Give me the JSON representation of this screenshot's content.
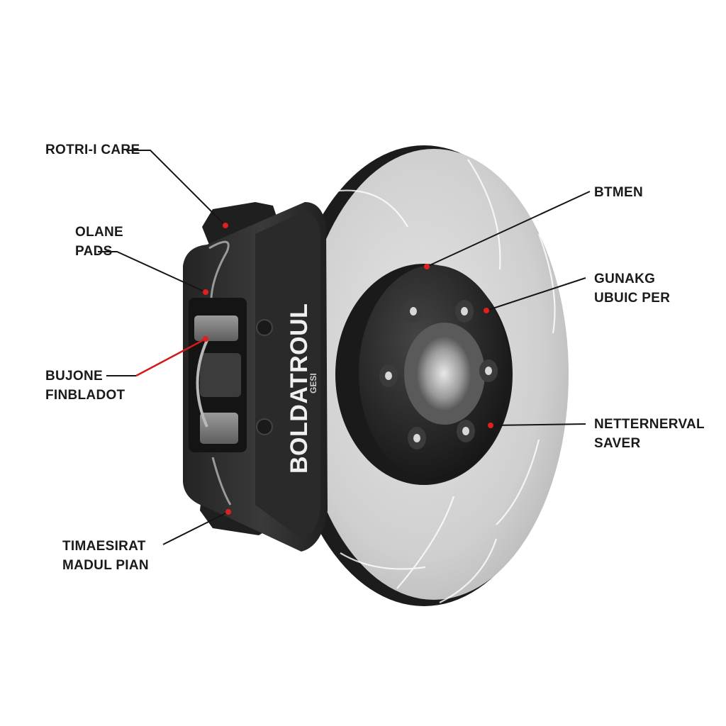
{
  "diagram": {
    "colors": {
      "background": "#ffffff",
      "text": "#1a1a1a",
      "rotor_face": "#c9c9c9",
      "rotor_edge": "#1e1e1e",
      "hub": "#262626",
      "caliper": "#2e2e2e",
      "pads": "#7a7a7a",
      "leader_line": "#151515",
      "highlight_line": "#d11a1a",
      "marker_dot": "#e02020"
    },
    "caliper_brand": {
      "logo_text": "BOLDATROUL",
      "logo_subtext": "GESI"
    },
    "callouts": {
      "rotor_care": {
        "lines": [
          "ROTRI-I CARE"
        ]
      },
      "brake_pads": {
        "lines": [
          "OLANE",
          "PADS"
        ]
      },
      "bujone": {
        "lines": [
          "BUJONE",
          "FINBLADOT"
        ]
      },
      "timaesirat": {
        "lines": [
          "TIMAESIRAT",
          "MADUL PIAN"
        ]
      },
      "btmen": {
        "lines": [
          "BTMEN"
        ]
      },
      "gunakg": {
        "lines": [
          "GUNAKG",
          "UBUIC PER"
        ]
      },
      "netternerval": {
        "lines": [
          "NETTERNERVAL",
          "SAVER"
        ]
      }
    }
  }
}
